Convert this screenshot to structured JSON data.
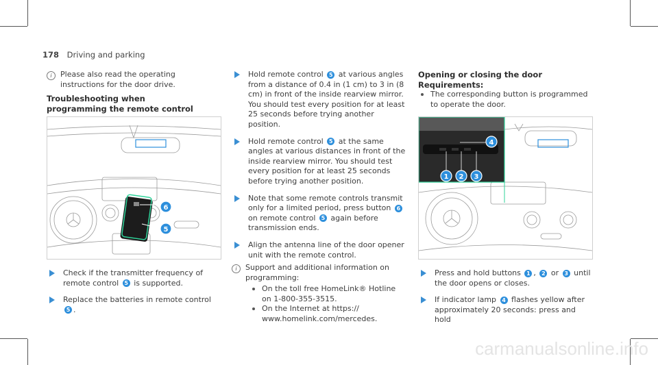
{
  "header": {
    "page_number": "178",
    "section": "Driving and parking"
  },
  "left": {
    "note": "Please also read the operating instructions for the door drive.",
    "heading": "Troubleshooting when programming the remote control",
    "steps": [
      {
        "before": "Check if the transmitter frequency of remote control",
        "num": "5",
        "after": "is supported."
      },
      {
        "before": "Replace the batteries in remote control",
        "num": "5",
        "after": "."
      }
    ]
  },
  "middle": {
    "steps": [
      {
        "before": "Hold remote control",
        "num": "5",
        "after": "at various angles from a distance of 0.4 in (1 cm) to 3 in (8 cm) in front of the inside rearview mirror. You should test every position for at least 25 seconds before trying another position."
      },
      {
        "before": "Hold remote control",
        "num": "5",
        "after": "at the same angles at various distances in front of the inside rearview mirror. You should test every position for at least 25 seconds before trying another position."
      },
      {
        "before": "Note that some remote controls transmit only for a limited period, press button",
        "num": "6",
        "mid": "on remote control",
        "num2": "5",
        "after": "again before transmission ends."
      },
      {
        "before": "Align the antenna line of the door opener unit with the remote control.",
        "num": "",
        "after": ""
      }
    ],
    "note": "Support and additional information on programming:",
    "bullets": [
      "On the toll free HomeLink® Hotline on 1-800-355-3515.",
      "On the Internet at https:// www.homelink.com/mercedes."
    ]
  },
  "right": {
    "heading": "Opening or closing the door",
    "req_heading": "Requirements:",
    "requirement": "The corresponding button is programmed to operate the door.",
    "step1": {
      "before": "Press and hold buttons",
      "n1": "1",
      "sep1": ",",
      "n2": "2",
      "sep2": "or",
      "n3": "3",
      "after": "until the door opens or closes."
    },
    "step2": {
      "before": "If indicator lamp",
      "n": "4",
      "after": "flashes yellow after approximately 20 seconds: press and hold"
    }
  },
  "figures": {
    "left_callouts": [
      "6",
      "5"
    ],
    "right_callouts": [
      "4",
      "1",
      "2",
      "3"
    ]
  },
  "watermark": "carmanualsonline.info",
  "colors": {
    "accent": "#2d8fdc",
    "arrow": "#3a8fd3",
    "highlight_green": "#2fd39a"
  }
}
